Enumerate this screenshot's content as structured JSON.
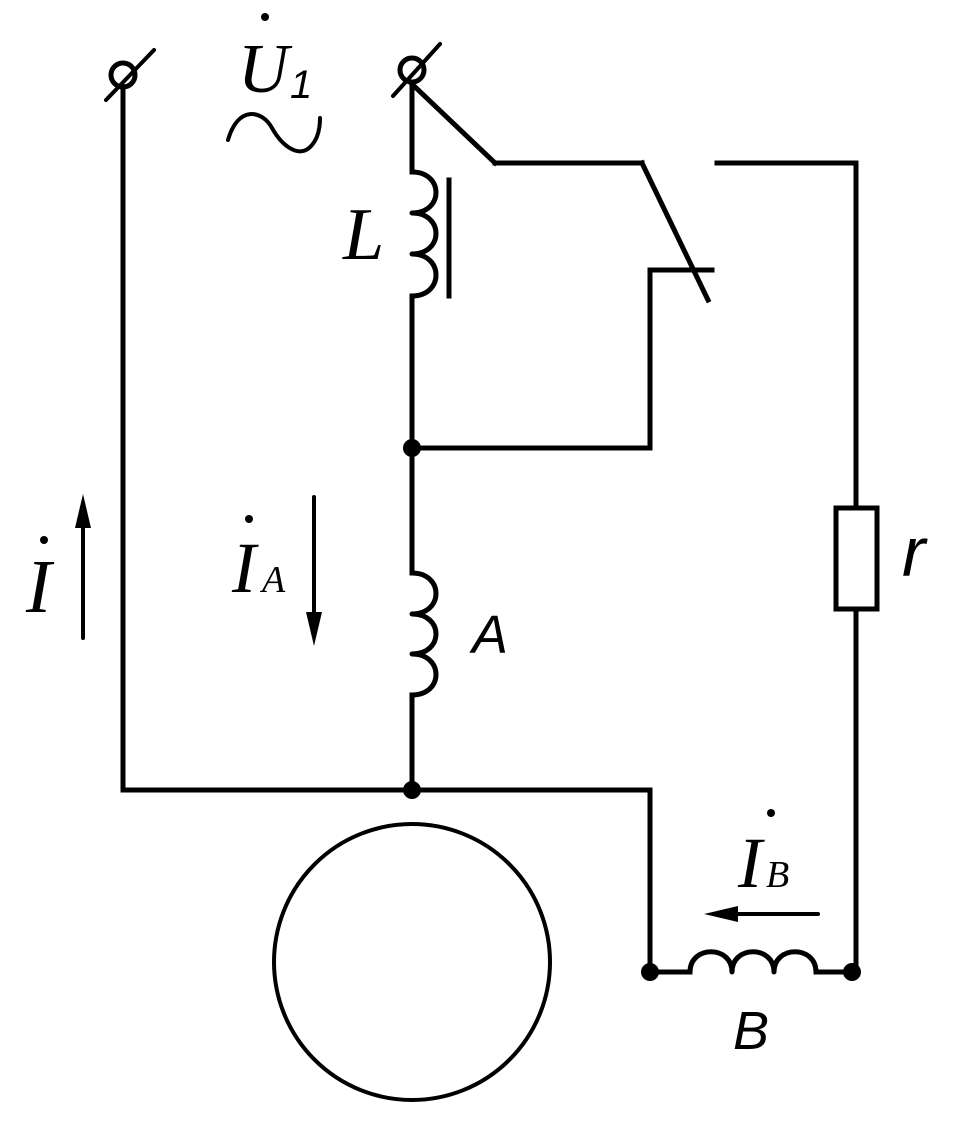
{
  "labels": {
    "source_voltage": "U",
    "source_voltage_sub": "1",
    "main_current": "I",
    "current_a": "I",
    "current_a_sub": "A",
    "current_b": "I",
    "current_b_sub": "B",
    "choke": "L",
    "winding_a": "A",
    "winding_b": "B",
    "resistor": "r"
  },
  "colors": {
    "stroke": "#000000",
    "background": "#ffffff"
  }
}
